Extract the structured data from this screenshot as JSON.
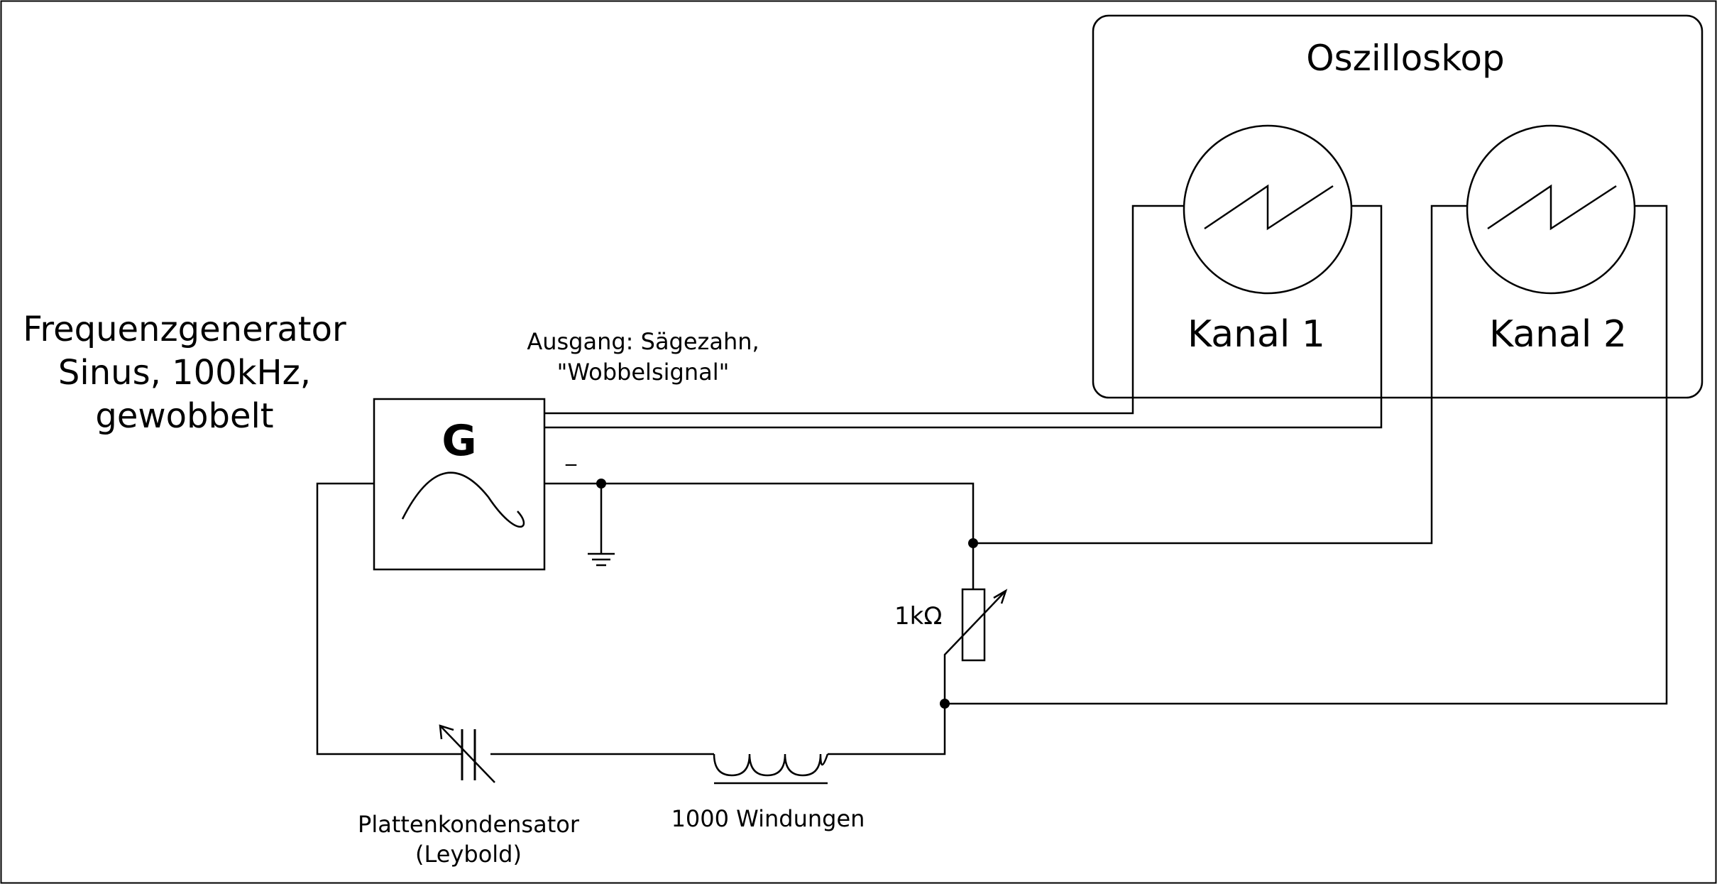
{
  "oscilloscope": {
    "title": "Oszilloskop",
    "channel1": "Kanal 1",
    "channel2": "Kanal 2"
  },
  "generator": {
    "title_lines": [
      "Frequenzgenerator",
      "Sinus, 100kHz,",
      "gewobbelt"
    ],
    "symbol": "G",
    "output_lines": [
      "Ausgang: Sägezahn,",
      "\"Wobbelsignal\""
    ],
    "ground_mark": "_"
  },
  "resistor": {
    "label": "1kΩ"
  },
  "capacitor": {
    "label_lines": [
      "Plattenkondensator",
      "(Leybold)"
    ]
  },
  "coil": {
    "label": "1000 Windungen"
  }
}
